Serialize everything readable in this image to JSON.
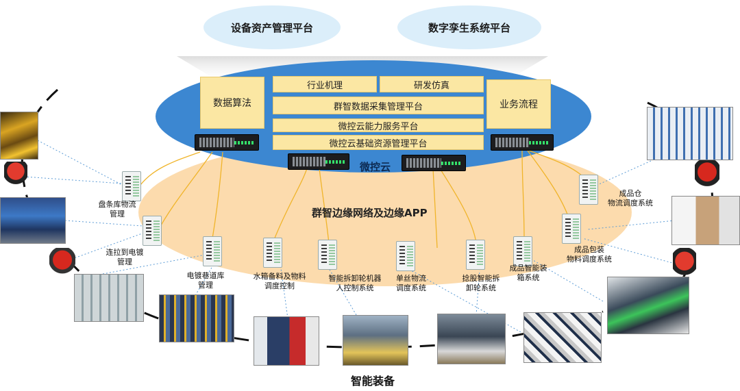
{
  "top_platforms": [
    "设备资产管理平台",
    "数字孪生系统平台"
  ],
  "cloud": {
    "left_box": "数据算法",
    "right_box": "业务流程",
    "rows": [
      "行业机理",
      "研发仿真",
      "群智数据采集管理平台",
      "微控云能力服务平台",
      "微控云基础资源管理平台"
    ],
    "name": "微控云"
  },
  "edge": {
    "name": "群智边缘网络及边缘APP"
  },
  "edge_systems": [
    "盘条库物流\n管理",
    "连拉到电镀\n管理",
    "电镀巷道库\n管理",
    "水箱备料及物料\n调度控制",
    "智能拆卸轮机器\n人控制系统",
    "单丝物流\n调度系统",
    "捻股智能拆\n卸轮系统",
    "成品智能装\n箱系统",
    "成品包装\n物料调度系统",
    "成品仓\n物流调度系统"
  ],
  "bottom_label": "智能装备"
}
